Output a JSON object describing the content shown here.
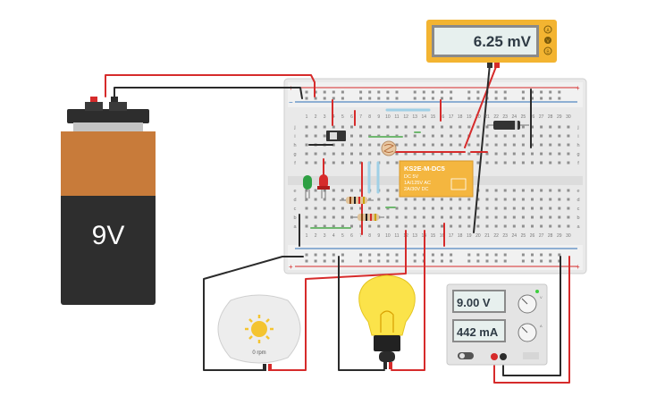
{
  "multimeter": {
    "reading": "6.25 mV",
    "ports": [
      "A",
      "V",
      "B"
    ]
  },
  "battery": {
    "label": "9V"
  },
  "relay": {
    "lines": [
      "KS2E-M-DC5",
      "DC 5V",
      "1A/125V AC",
      "2A/30V DC"
    ]
  },
  "power_supply": {
    "voltage": "9.00 V",
    "current": "442 mA",
    "voltage_knob_label": "V",
    "current_knob_label": "A"
  },
  "motor": {
    "label": "0 rpm"
  },
  "breadboard": {
    "row_labels_top": [
      "j",
      "i",
      "h",
      "g",
      "f"
    ],
    "row_labels_bottom": [
      "e",
      "d",
      "c",
      "b",
      "a"
    ],
    "column_numbers": [
      "1",
      "2",
      "3",
      "4",
      "5",
      "6",
      "7",
      "8",
      "9",
      "10",
      "11",
      "12",
      "13",
      "14",
      "15",
      "16",
      "17",
      "18",
      "19",
      "20",
      "21",
      "22",
      "23",
      "24",
      "25",
      "26",
      "27",
      "28",
      "29",
      "30"
    ]
  },
  "colors": {
    "red_wire": "#d62b2b",
    "black_wire": "#2b2b2b",
    "relay": "#f4b63f",
    "meter_frame": "#f3b431"
  }
}
